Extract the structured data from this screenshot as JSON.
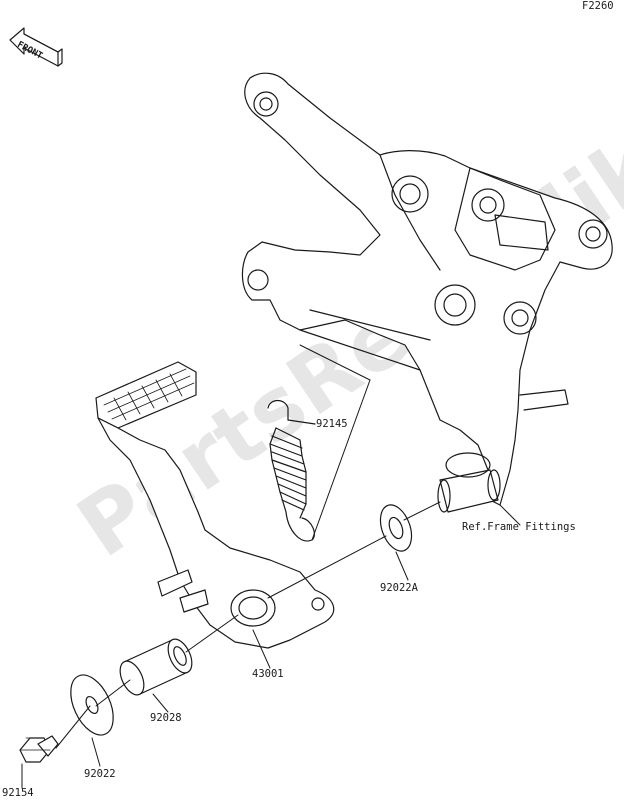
{
  "diagram_code": "F2260",
  "front_arrow_label": "FRONT",
  "watermark_text": "PartsRepublik",
  "ref_label": "Ref.Frame Fittings",
  "parts": {
    "spring": "92145",
    "washer_inner": "92022A",
    "bushing_pedal": "43001",
    "collar": "92028",
    "washer_outer": "92022",
    "bolt": "92154"
  }
}
